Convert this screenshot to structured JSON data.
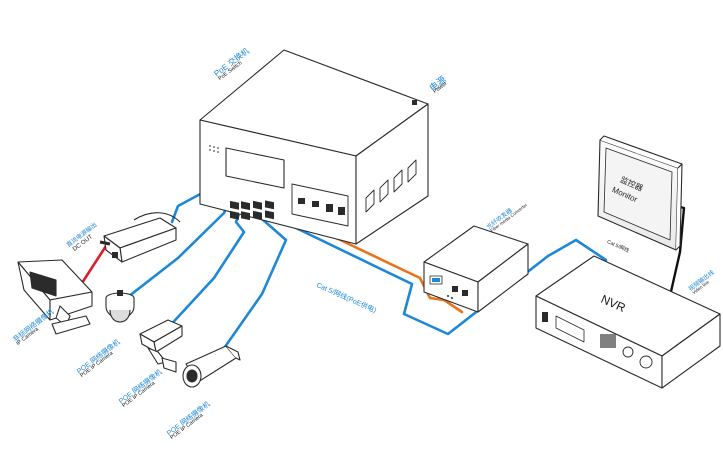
{
  "labels": {
    "poe_switch": {
      "cn": "PoE 交换机",
      "en": "PoE Switch"
    },
    "power": {
      "cn": "电源",
      "en": "Power"
    },
    "fiber_converter": {
      "cn": "光纤收发器",
      "en": "Fiber media Converter"
    },
    "monitor": {
      "cn": "监控器",
      "en": "Monitor"
    },
    "monitor_line": {
      "cn": "视频输出线",
      "en": "Video line"
    },
    "nvr": {
      "en": "NVR"
    },
    "cat5_nvr": {
      "en": "Cat 5/网线"
    },
    "cat5_poe": {
      "cn": "Cat 5/网线(PoE供电)"
    },
    "dc_out": {
      "cn": "直流电源输出",
      "en": "DC OUT"
    },
    "non_poe_camera": {
      "cn": "非标网络摄像机",
      "en": "IP Camera"
    },
    "poe_camera_1": {
      "cn": "POE 网络摄像机",
      "en": "POE IP Camera"
    },
    "poe_camera_2": {
      "cn": "POE 网络摄像机",
      "en": "POE IP Camera"
    },
    "poe_camera_3": {
      "cn": "POE 网络摄像机",
      "en": "POE IP Camera"
    }
  },
  "colors": {
    "cable_blue": "#1e88d8",
    "fiber_orange": "#e8731c",
    "power_red": "#d8202a",
    "outline": "#2a2a2a",
    "black_cable": "#111111"
  }
}
